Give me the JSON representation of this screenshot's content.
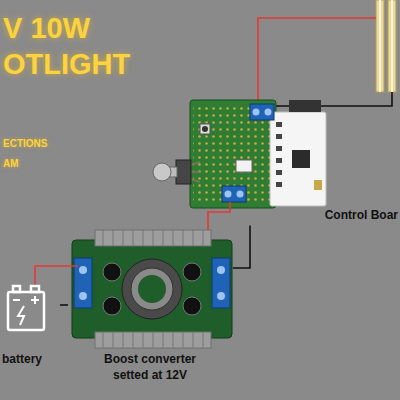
{
  "diagram": {
    "title": "V 10W OTLIGHT",
    "nodes": [
      {
        "text": [
          "battery"
        ]
      },
      {
        "text": [
          "Boost converter setted at 12V"
        ]
      },
      {
        "text": [
          "Control Boar"
        ]
      }
    ],
    "edges": [
      {
        "from": 0,
        "to": 1,
        "arrow": "none"
      },
      {
        "from": 1,
        "to": 2,
        "arrow": "none"
      }
    ],
    "labels": [
      "ECTIONS AM"
    ]
  }
}
